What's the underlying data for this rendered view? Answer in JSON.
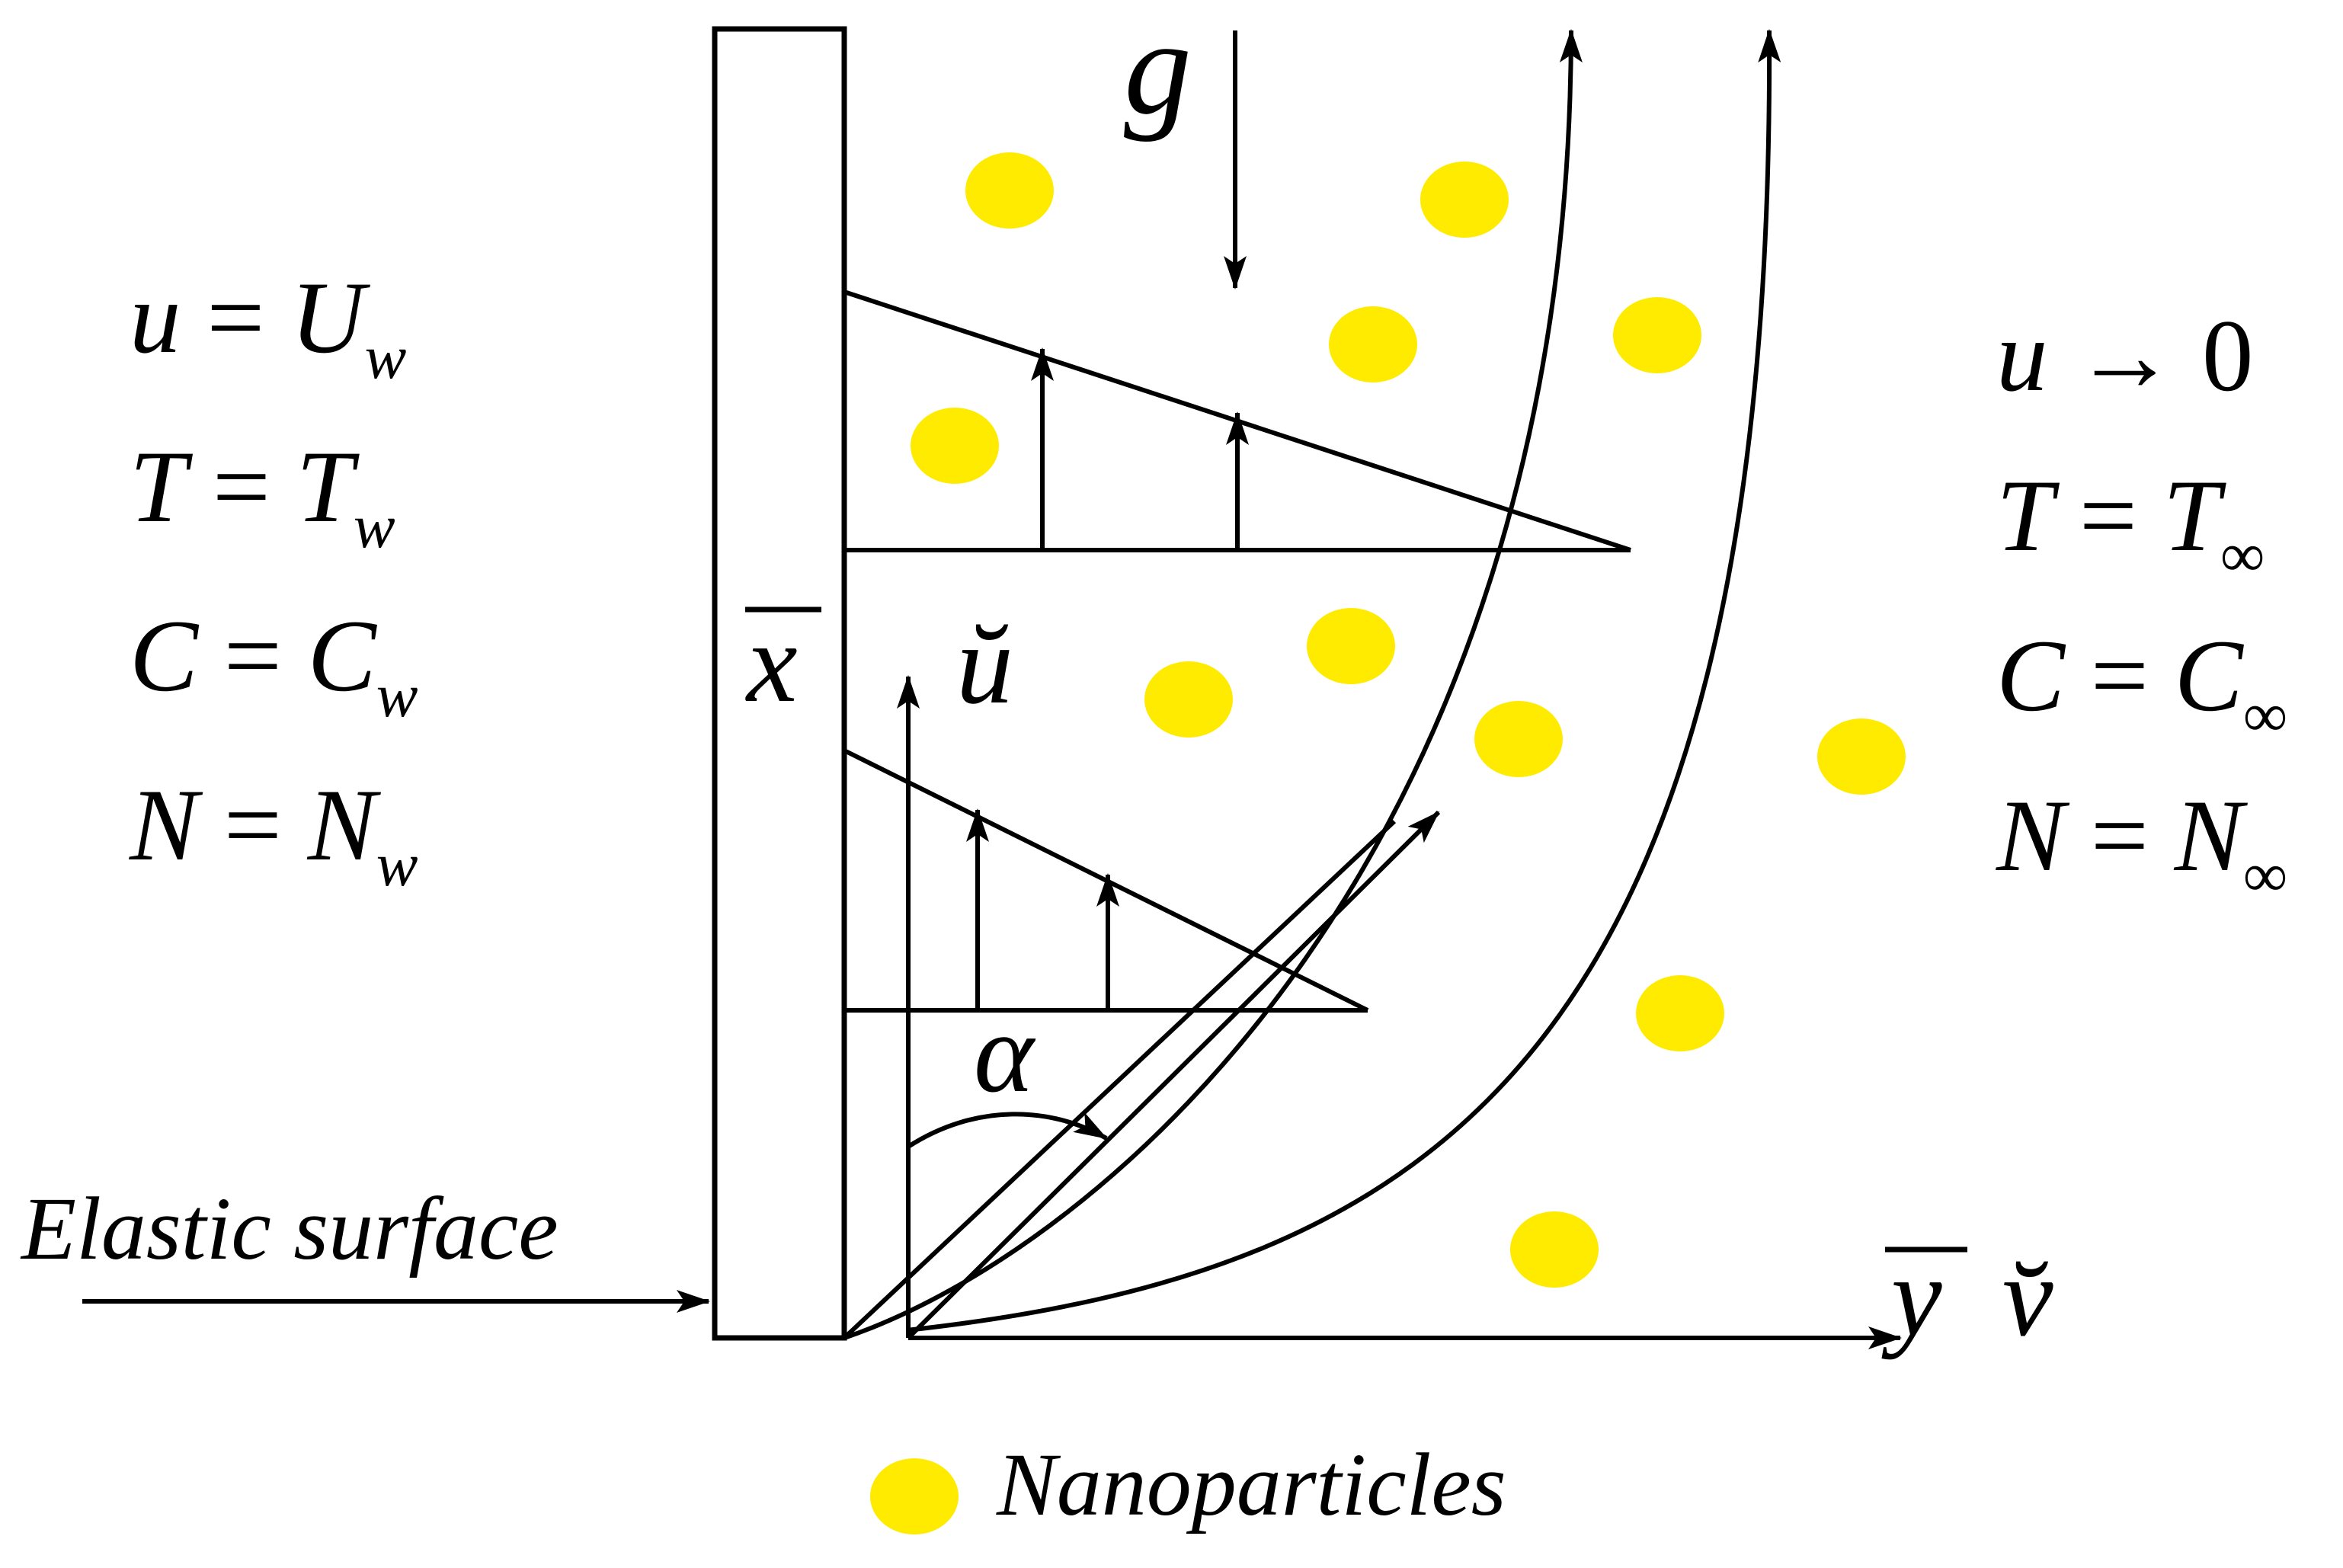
{
  "colors": {
    "ink": "#000000",
    "particle": "#FFEB00",
    "background": "#FFFFFF"
  },
  "gravity": {
    "symbol": "g"
  },
  "axes": {
    "x_symbol": "x",
    "y_symbol": "y",
    "u_symbol": "ŭ",
    "v_symbol": "v̆",
    "angle_symbol": "α"
  },
  "surface_label": "Elastic surface",
  "legend": {
    "label": "Nanoparticles"
  },
  "wall_conditions": [
    {
      "lhs": "u",
      "op": "=",
      "rhs": "U",
      "sub": "w"
    },
    {
      "lhs": "T",
      "op": "=",
      "rhs": "T",
      "sub": "w"
    },
    {
      "lhs": "C",
      "op": "=",
      "rhs": "C",
      "sub": "w"
    },
    {
      "lhs": "N",
      "op": "=",
      "rhs": "N",
      "sub": "w"
    }
  ],
  "far_conditions": [
    {
      "lhs": "u",
      "op": "→",
      "rhs": "0",
      "sub": ""
    },
    {
      "lhs": "T",
      "op": "=",
      "rhs": "T",
      "sub": "∞"
    },
    {
      "lhs": "C",
      "op": "=",
      "rhs": "C",
      "sub": "∞"
    },
    {
      "lhs": "N",
      "op": "=",
      "rhs": "N",
      "sub": "∞"
    }
  ]
}
